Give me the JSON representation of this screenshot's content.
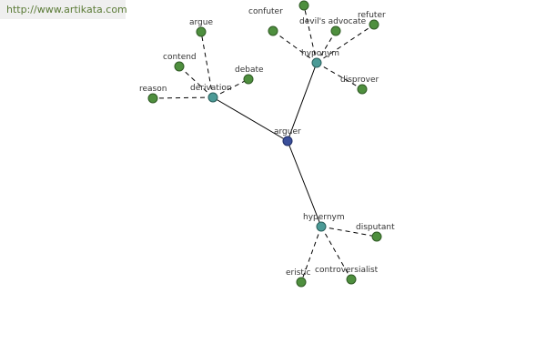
{
  "banner": {
    "url": "http://www.artikata.com"
  },
  "graph": {
    "root": {
      "label": "arguer"
    },
    "hubs": {
      "derivation": {
        "label": "derivation"
      },
      "hyponym": {
        "label": "hyponym"
      },
      "hypernym": {
        "label": "hypernym"
      }
    },
    "leaves": {
      "argue": {
        "label": "argue"
      },
      "contend": {
        "label": "contend"
      },
      "debate": {
        "label": "debate"
      },
      "reason": {
        "label": "reason"
      },
      "confuter": {
        "label": "confuter"
      },
      "devils_advocate": {
        "label": "devil's advocate"
      },
      "refuter": {
        "label": "refuter"
      },
      "disprover": {
        "label": "disprover"
      },
      "unlabeled": {
        "label": ""
      },
      "disputant": {
        "label": "disputant"
      },
      "eristic": {
        "label": "eristic"
      },
      "controversialist": {
        "label": "controversialist"
      }
    }
  }
}
